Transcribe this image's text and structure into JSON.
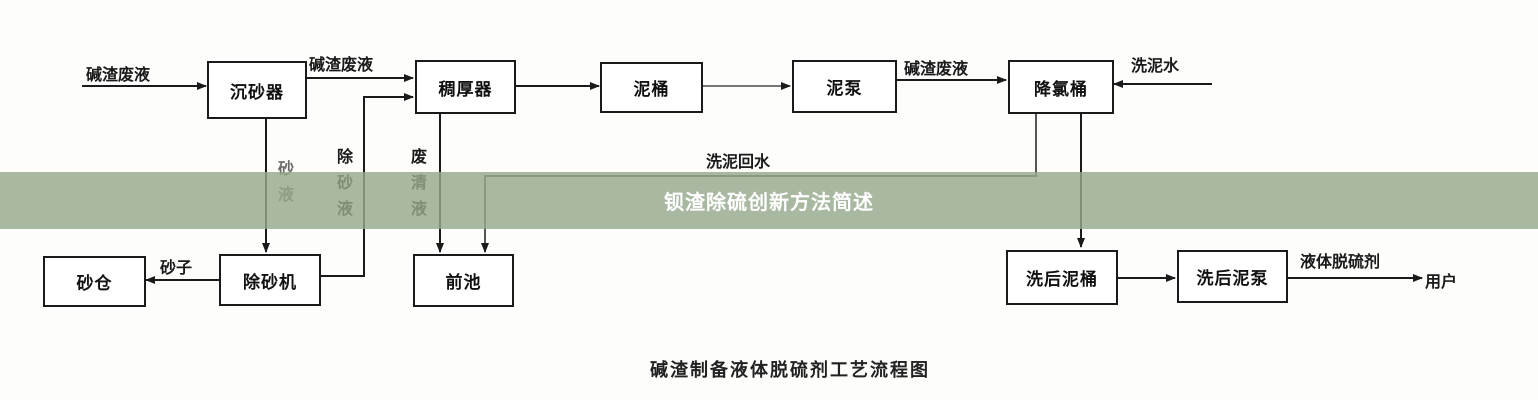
{
  "banner": {
    "title": "钡渣除硫创新方法简述"
  },
  "diagram": {
    "caption": "碱渣制备液体脱硫剂工艺流程图",
    "nodes": {
      "sand_settler": "沉砂器",
      "thickener": "稠厚器",
      "mud_bucket": "泥桶",
      "mud_pump": "泥泵",
      "dechlorination_bucket": "降氯桶",
      "sand_bin": "砂仓",
      "desander": "除砂机",
      "front_pool": "前池",
      "washed_mud_bucket": "洗后泥桶",
      "washed_mud_pump": "洗后泥泵"
    },
    "labels": {
      "input_waste_liquid": "碱渣废液",
      "settler_to_thickener": "碱渣废液",
      "pump_to_dechlor": "碱渣废液",
      "wash_water_in": "洗泥水",
      "wash_return_water": "洗泥回水",
      "sand_liquid": "砂液",
      "desand_liquid": "除砂液",
      "waste_clear_liquid": "废清液",
      "sand_out": "砂子",
      "product": "液体脱硫剂",
      "user": "用户"
    }
  }
}
